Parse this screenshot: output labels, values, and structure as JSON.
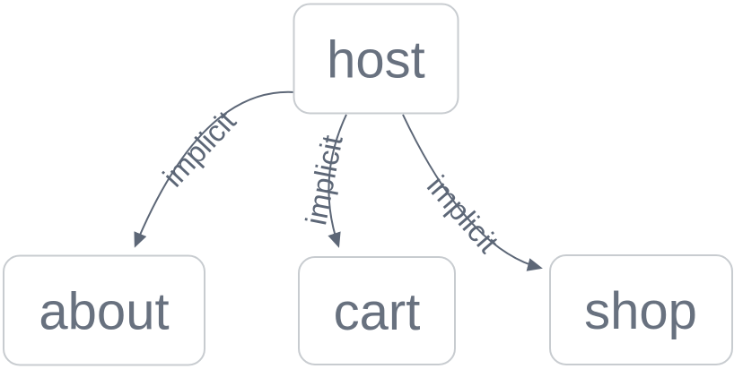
{
  "diagram": {
    "type": "graph",
    "nodes": [
      {
        "id": "host",
        "label": "host"
      },
      {
        "id": "about",
        "label": "about"
      },
      {
        "id": "cart",
        "label": "cart"
      },
      {
        "id": "shop",
        "label": "shop"
      }
    ],
    "edges": [
      {
        "from": "host",
        "to": "about",
        "label": "implicit"
      },
      {
        "from": "host",
        "to": "cart",
        "label": "implicit"
      },
      {
        "from": "host",
        "to": "shop",
        "label": "implicit"
      }
    ],
    "colors": {
      "background": "#ffffff",
      "node_fill": "#ffffff",
      "node_border": "#c8ccd0",
      "node_text": "#68717f",
      "edge": "#5d6777",
      "edge_label": "#5d6777",
      "arrowhead": "#5d6777"
    }
  }
}
